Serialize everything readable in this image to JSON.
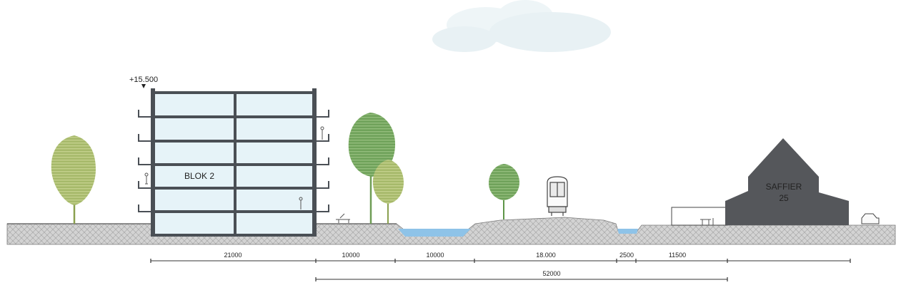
{
  "elevation": {
    "label": "+15.500"
  },
  "buildings": {
    "blok2": {
      "label": "BLOK 2"
    },
    "saffier": {
      "name": "SAFFIER",
      "number": "25"
    }
  },
  "dimensions": {
    "row1": [
      {
        "label": "21000"
      },
      {
        "label": "10000"
      },
      {
        "label": "10000"
      },
      {
        "label": "18.000"
      },
      {
        "label": "2500"
      },
      {
        "label": "11500"
      }
    ],
    "row2": [
      {
        "label": "52000"
      }
    ]
  },
  "colors": {
    "ground": "#cfcfcf",
    "structure": "#4a4f55",
    "glass": "#e6f3f8",
    "water": "#8fc3e6",
    "tree_light": "#a9bd6c",
    "tree_dark": "#76a85a",
    "saffier": "#55575b",
    "cloud": "#e9f3f6"
  }
}
